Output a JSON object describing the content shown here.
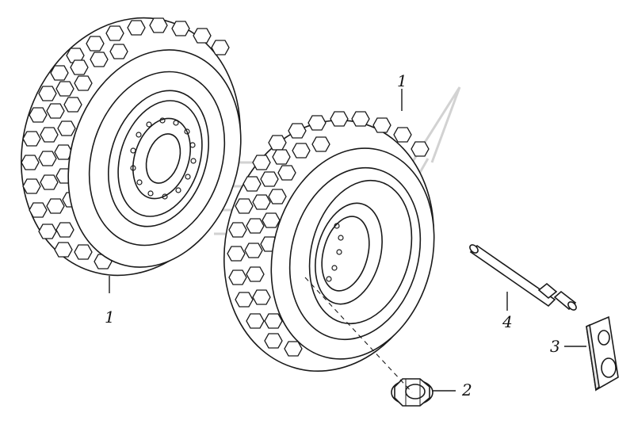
{
  "callouts": {
    "wheel_left": "1",
    "wheel_right": "1",
    "nut": "2",
    "plate": "3",
    "rod": "4"
  },
  "colors": {
    "line": "#1a1a1a",
    "watermark": "#c8c8c8",
    "background": "#ffffff"
  }
}
